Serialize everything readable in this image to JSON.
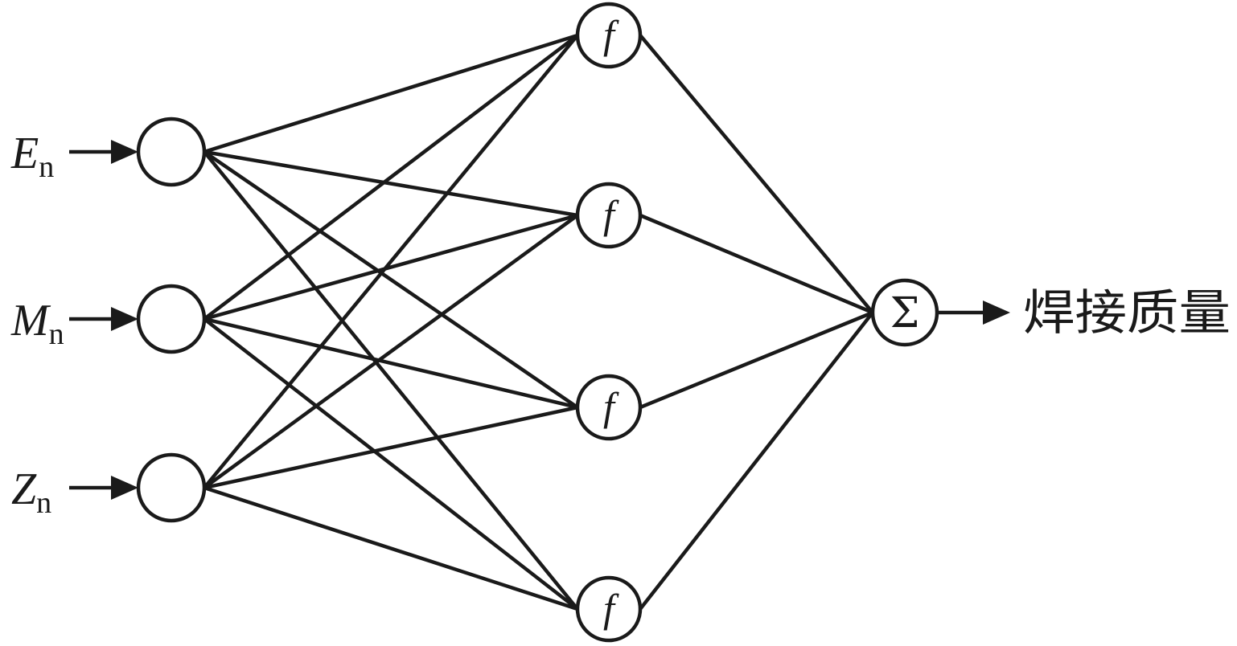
{
  "inputs": [
    {
      "var": "E",
      "sub": "n"
    },
    {
      "var": "M",
      "sub": "n"
    },
    {
      "var": "Z",
      "sub": "n"
    }
  ],
  "hidden": [
    {
      "symbol": "f"
    },
    {
      "symbol": "f"
    },
    {
      "symbol": "f"
    },
    {
      "symbol": "f"
    }
  ],
  "output": {
    "symbol": "Σ",
    "label": "焊接质量"
  }
}
